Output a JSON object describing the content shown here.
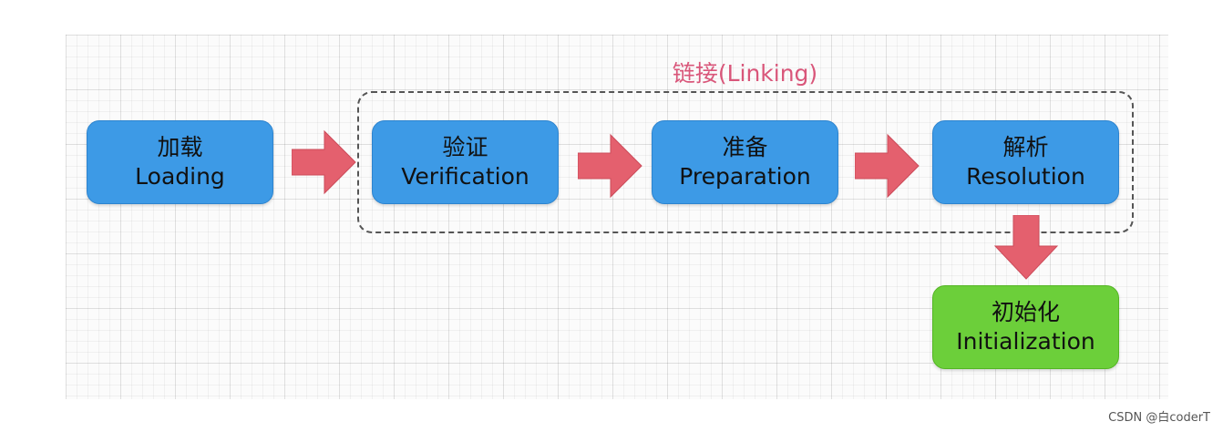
{
  "diagram": {
    "group": {
      "label": "链接(Linking)"
    },
    "nodes": [
      {
        "id": "loading",
        "zh": "加载",
        "en": "Loading",
        "color": "#3d9ae6"
      },
      {
        "id": "verification",
        "zh": "验证",
        "en": "Verification",
        "color": "#3d9ae6"
      },
      {
        "id": "preparation",
        "zh": "准备",
        "en": "Preparation",
        "color": "#3d9ae6"
      },
      {
        "id": "resolution",
        "zh": "解析",
        "en": "Resolution",
        "color": "#3d9ae6"
      },
      {
        "id": "initialization",
        "zh": "初始化",
        "en": "Initialization",
        "color": "#6ccf3a"
      }
    ],
    "edges": [
      {
        "from": "loading",
        "to": "verification"
      },
      {
        "from": "verification",
        "to": "preparation"
      },
      {
        "from": "preparation",
        "to": "resolution"
      },
      {
        "from": "resolution",
        "to": "initialization"
      }
    ],
    "colors": {
      "arrow": "#e4606e",
      "group_label": "#d9567a",
      "group_border": "#555555"
    }
  },
  "watermark": "CSDN @白coderT"
}
